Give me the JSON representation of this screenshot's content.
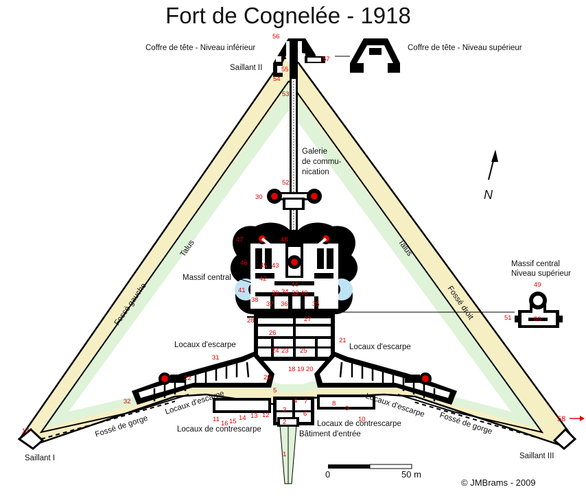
{
  "title": "Fort de Cognelée - 1918",
  "labels": {
    "coffre_inferieur": "Coffre de tête - Niveau inférieur",
    "coffre_superieur": "Coffre de tête - Niveau supérieur",
    "saillant_2": "Saillant II",
    "saillant_1": "Saillant I",
    "saillant_3": "Saillant III",
    "galerie_1": "Galerie",
    "galerie_2": "de commu-",
    "galerie_3": "nication",
    "talus_left": "Talus",
    "talus_right": "Talus",
    "fosse_gauche": "Fossé gauche",
    "fosse_droit": "Fossé droit",
    "massif_central": "Massif central",
    "massif_sup_1": "Massif central",
    "massif_sup_2": "Niveau supérieur",
    "locaux_escarpe_tl": "Locaux d'escarpe",
    "locaux_escarpe_tr": "Locaux d'escarpe",
    "locaux_escarpe_bl": "Locaux d'escarpe",
    "locaux_escarpe_br": "Locaux d'escarpe",
    "locaux_contrescarpe_l": "Locaux de contrescarpe",
    "locaux_contrescarpe_r": "Locaux de contrescarpe",
    "fosse_gorge_l": "Fossé de gorge",
    "fosse_gorge_r": "Fossé de gorge",
    "batiment_entree": "Bâtiment d'entrée",
    "north": "N",
    "scale_0": "0",
    "scale_50": "50 m",
    "copyright": "© JMBrams - 2009",
    "arrow_58": "58"
  },
  "numbers": [
    "1",
    "2",
    "3",
    "4",
    "5",
    "6",
    "7",
    "8",
    "9",
    "10",
    "11",
    "12",
    "13",
    "14",
    "15",
    "16",
    "17",
    "18",
    "19",
    "20",
    "21",
    "22",
    "23",
    "24",
    "25",
    "26",
    "27",
    "28",
    "29",
    "30",
    "31",
    "32",
    "33",
    "34",
    "35",
    "36",
    "37",
    "38",
    "39",
    "40",
    "41",
    "42",
    "43",
    "44",
    "45",
    "46",
    "47",
    "48",
    "49",
    "50",
    "51",
    "52",
    "53",
    "54",
    "55",
    "56",
    "57"
  ],
  "colors": {
    "ditch": "#f7efc4",
    "glacis": "#dff3d8",
    "masonry": "#000000",
    "water": "#bfe3f5",
    "numbers": "#e00000"
  }
}
